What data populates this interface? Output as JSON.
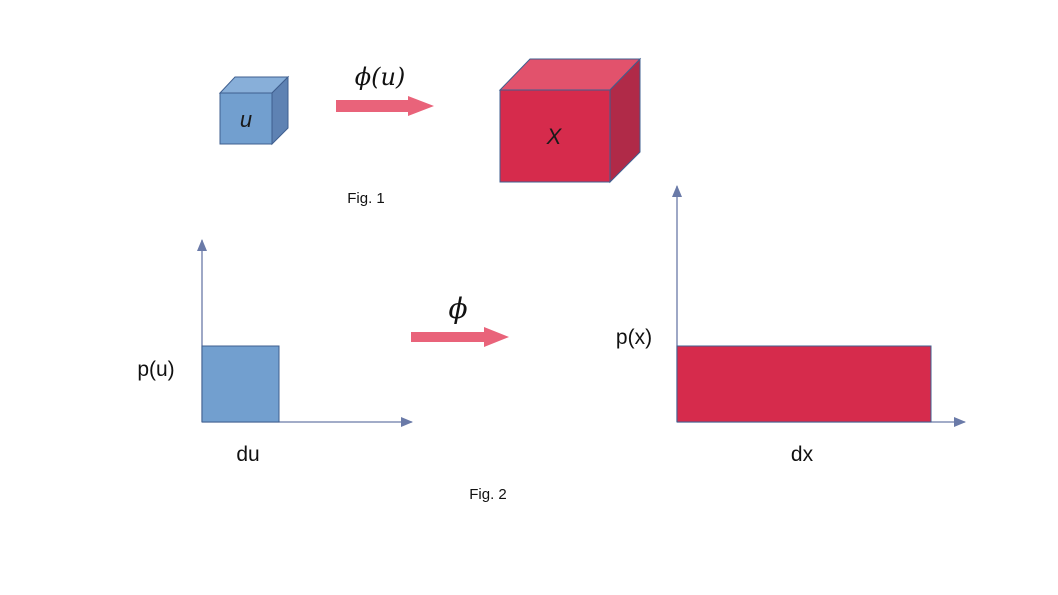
{
  "fig1": {
    "small_cube_label": "u",
    "arrow_label": "ϕ(u)",
    "large_cube_label": "X",
    "caption": "Fig. 1"
  },
  "fig2": {
    "left_ylabel": "p(u)",
    "left_xlabel": "du",
    "arrow_label": "ϕ",
    "right_ylabel": "p(x)",
    "right_xlabel": "dx",
    "caption": "Fig. 2"
  },
  "colors": {
    "blue_face": "#729fcf",
    "blue_top": "#88afd9",
    "blue_side": "#5e82b3",
    "red_face": "#d62b4c",
    "red_top": "#e2526c",
    "red_side": "#b02a48",
    "arrow_pink": "#e9637a",
    "axis": "#6a7aa8",
    "edge": "#3f5f8f"
  }
}
